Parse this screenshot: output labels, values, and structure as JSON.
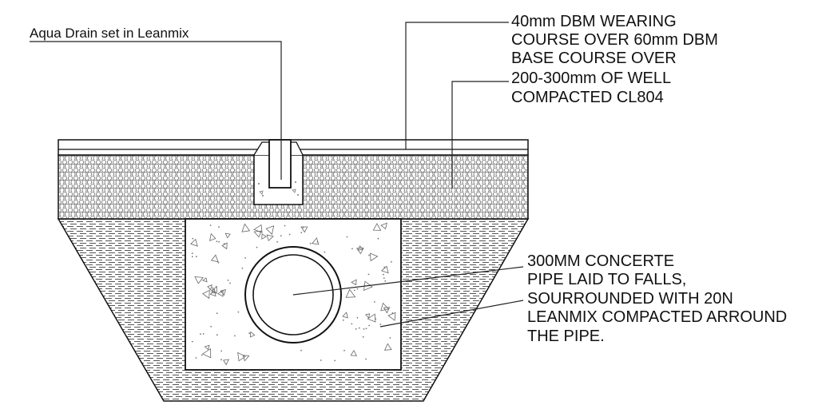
{
  "labels": {
    "aqua_drain": "Aqua Drain set in Leanmix",
    "surfacing": [
      "40mm DBM WEARING",
      "COURSE OVER 60mm DBM",
      "BASE COURSE OVER",
      "200-300mm OF WELL",
      "COMPACTED CL804"
    ],
    "pipe": [
      "300MM CONCERTE",
      "PIPE LAID TO FALLS,",
      "SOURROUNDED WITH 20N",
      "LEANMIX COMPACTED ARROUND",
      "THE PIPE."
    ]
  },
  "colors": {
    "line": "#111111",
    "hatch": "#6e6e6e",
    "background": "#ffffff"
  }
}
